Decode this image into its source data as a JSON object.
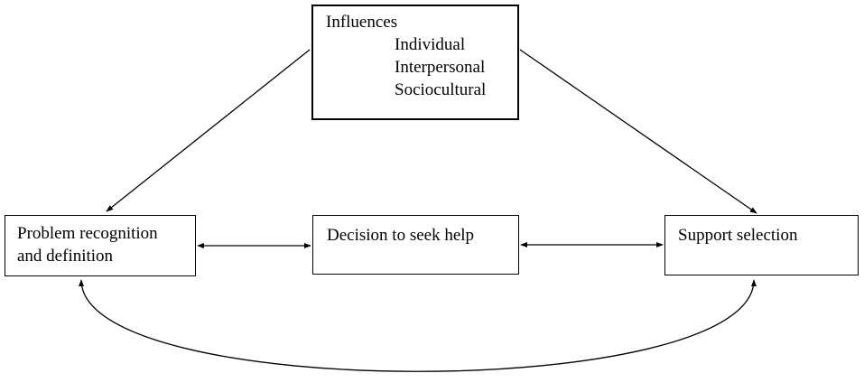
{
  "influences": {
    "title": "Influences",
    "items": [
      "Individual",
      "Interpersonal",
      "Sociocultural"
    ]
  },
  "stages": {
    "problem": [
      "Problem recognition",
      "and definition"
    ],
    "decision": "Decision to seek help",
    "support": "Support selection"
  }
}
